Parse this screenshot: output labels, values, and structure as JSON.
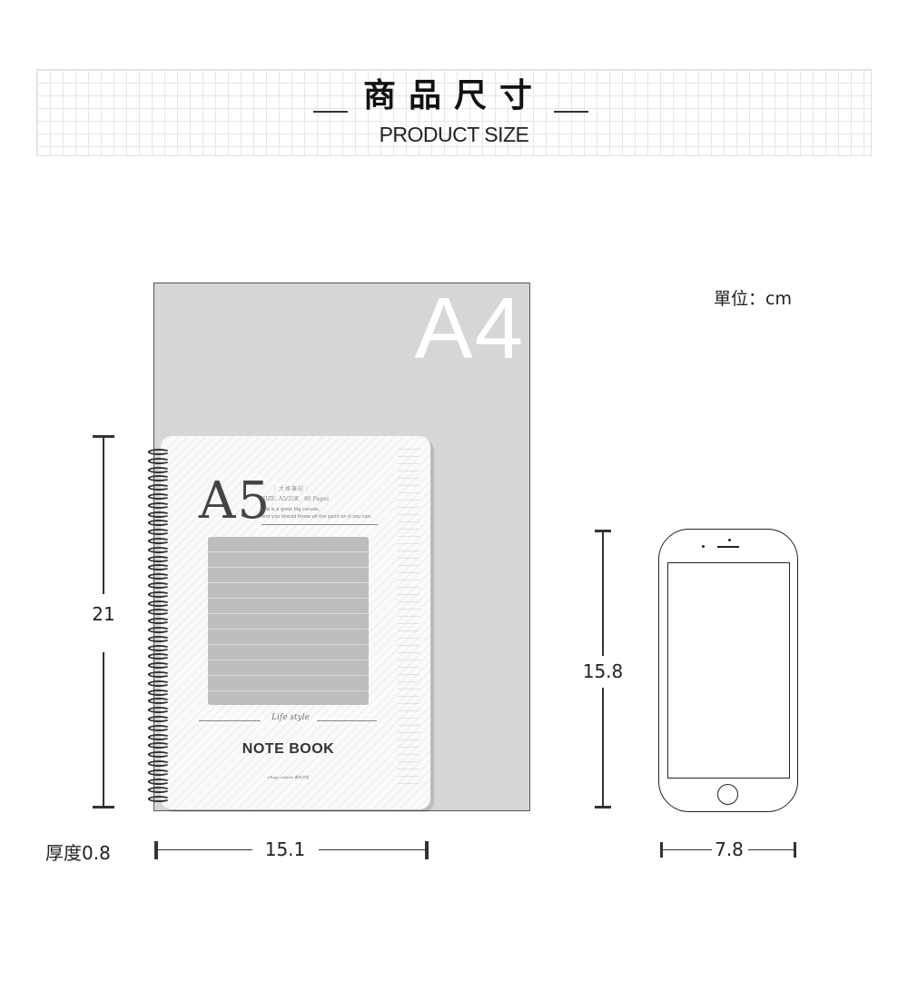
{
  "header": {
    "title_cn": "商品尺寸",
    "title_en": "PRODUCT SIZE"
  },
  "unit_label": "單位：cm",
  "a4": {
    "label": "A4"
  },
  "a5": {
    "label": "A5",
    "subtitle": "｜大格筆記｜",
    "size_line": "SIZE: A5/25K , 80 Pages",
    "quote_line1": "Life is a great big canvas,",
    "quote_line2": "and you should throw all the paint on it you can.",
    "script_text": "Life style",
    "cover_title": "NOTE BOOK",
    "brand": "Chays culture 香氏文化"
  },
  "dimensions": {
    "a5_height": "21",
    "a5_width": "15.1",
    "thickness": "厚度0.8",
    "phone_height": "15.8",
    "phone_width": "7.8"
  },
  "colors": {
    "a4_fill": "#d6d6d6",
    "text_dark": "#222222",
    "line": "#333333"
  }
}
